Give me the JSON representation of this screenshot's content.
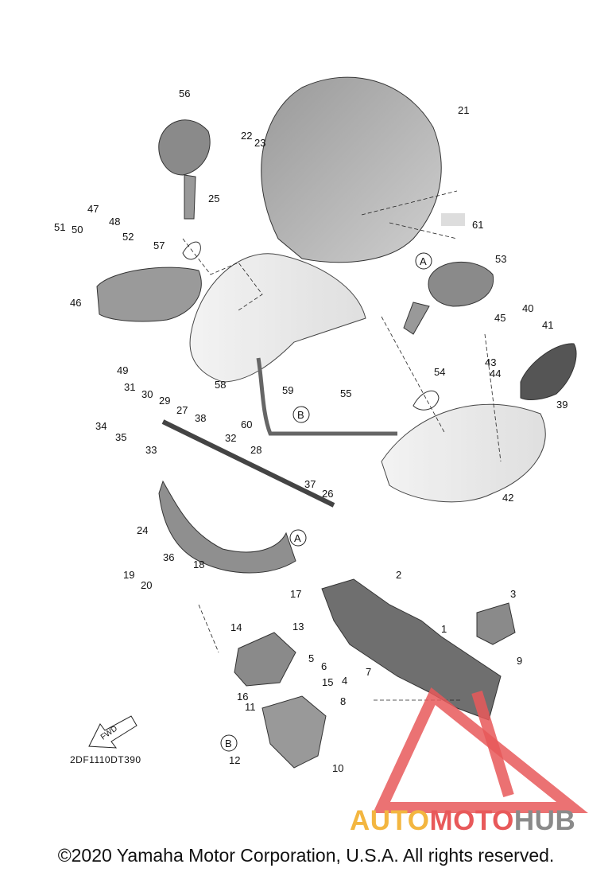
{
  "diagram": {
    "code": "2DF1110DT390",
    "fwd": "FWD",
    "copyright": "©2020 Yamaha Motor Corporation, U.S.A. All rights reserved.",
    "watermark": {
      "part1": "AUTO",
      "part2": "MOTO",
      "part3": "HUB"
    },
    "reference_letters": [
      "A",
      "B"
    ],
    "callouts": [
      "1",
      "2",
      "3",
      "4",
      "5",
      "6",
      "7",
      "8",
      "9",
      "10",
      "11",
      "12",
      "13",
      "14",
      "15",
      "16",
      "17",
      "18",
      "19",
      "20",
      "21",
      "22",
      "23",
      "24",
      "25",
      "26",
      "27",
      "28",
      "29",
      "30",
      "31",
      "32",
      "33",
      "34",
      "35",
      "36",
      "37",
      "38",
      "39",
      "40",
      "41",
      "42",
      "43",
      "44",
      "45",
      "46",
      "47",
      "48",
      "49",
      "50",
      "51",
      "52",
      "53",
      "54",
      "55",
      "56",
      "57",
      "58",
      "59",
      "60",
      "61"
    ],
    "colors": {
      "line": "#222222",
      "part_dark": "#7f7f7f",
      "part_light": "#e6e6e6",
      "watermark_red": "#e8595a",
      "watermark_yellow": "#f3b640",
      "watermark_gray": "#8a8a8a"
    }
  }
}
